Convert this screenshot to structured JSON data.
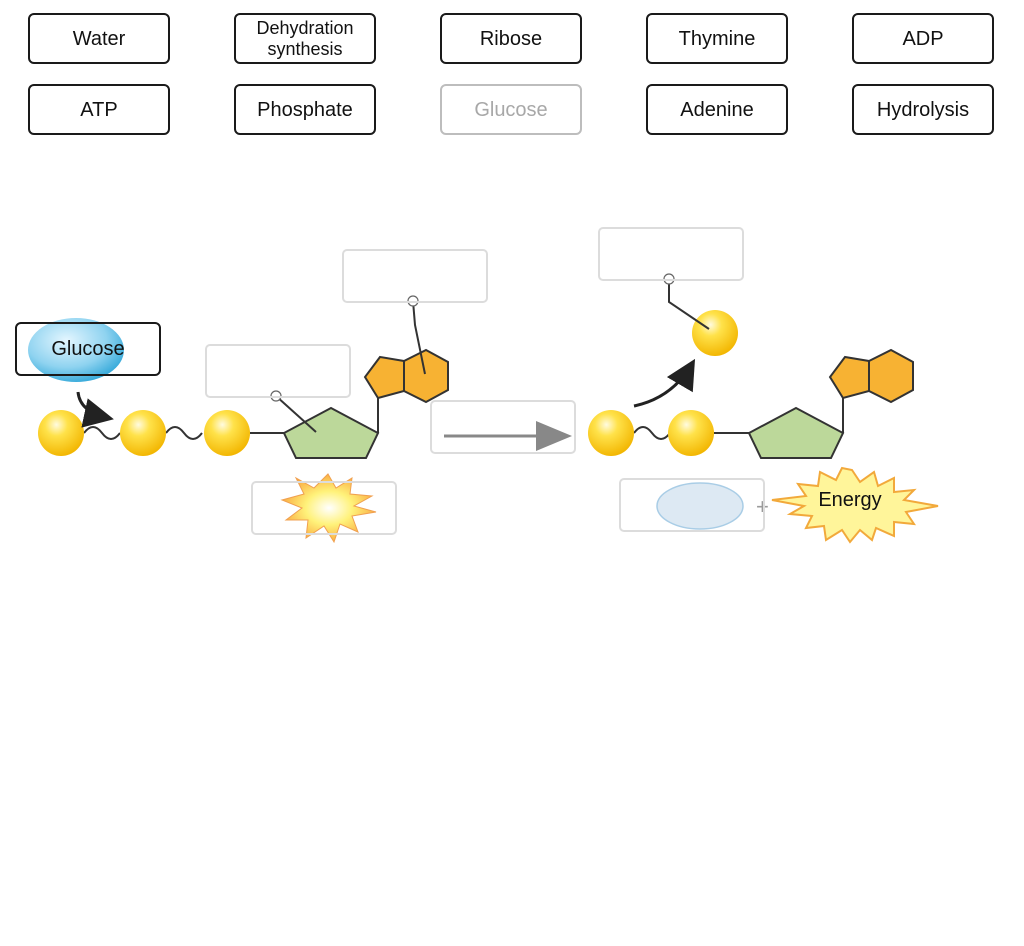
{
  "word_bank": [
    {
      "label": "Water"
    },
    {
      "label": "Dehydration synthesis"
    },
    {
      "label": "Ribose"
    },
    {
      "label": "Thymine"
    },
    {
      "label": "ADP"
    },
    {
      "label": "ATP"
    },
    {
      "label": "Phosphate"
    },
    {
      "label": "Glucose"
    },
    {
      "label": "Adenine"
    },
    {
      "label": "Hydrolysis"
    }
  ],
  "placed_tile": {
    "label": "Glucose"
  },
  "diagram": {
    "energy_label": "Energy",
    "plus_sign": "+"
  },
  "colors": {
    "phosphate": "#f5c200",
    "ribose": "#bcd89a",
    "base": "#f7b233",
    "tile_border": "#1a1a1a",
    "drop_border": "#dcdcdc"
  }
}
